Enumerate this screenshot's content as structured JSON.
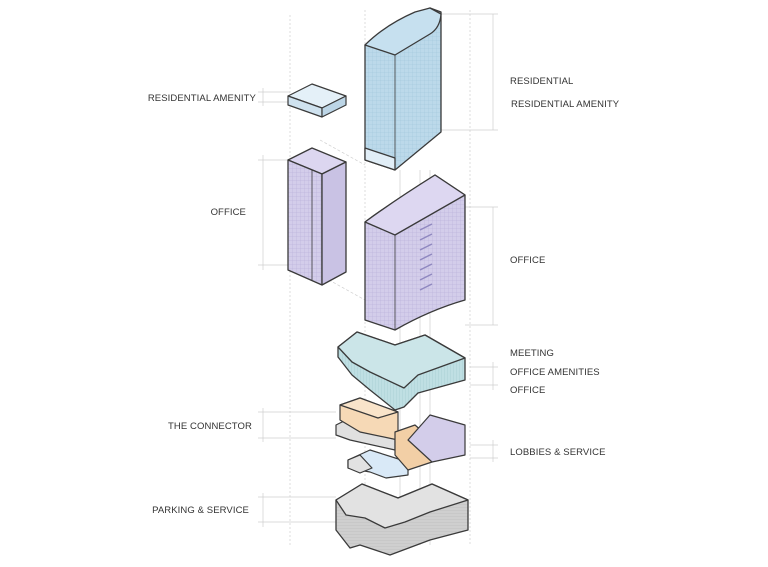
{
  "diagram": {
    "type": "exploded axonometric building stacking diagram",
    "colors": {
      "residential": "#bcd9ea",
      "residential_amenity": "#dcebf5",
      "office": "#d3cdea",
      "office_amenities": "#c9e3e6",
      "connector": "#f6d9b6",
      "lobbies": "#d9e9f7",
      "parking": "#d9d9d9",
      "outline": "#3a3a3a",
      "guide": "#c8c8c8"
    },
    "left_labels": [
      {
        "id": "residential-amenity-small",
        "text": "RESIDENTIAL AMENITY"
      },
      {
        "id": "office-small-tower",
        "text": "OFFICE"
      },
      {
        "id": "the-connector",
        "text": "THE CONNECTOR"
      },
      {
        "id": "parking-service",
        "text": "PARKING & SERVICE"
      }
    ],
    "right_labels": [
      {
        "id": "residential",
        "text": "RESIDENTIAL"
      },
      {
        "id": "residential-amenity",
        "text": "RESIDENTIAL AMENITY"
      },
      {
        "id": "office-tower",
        "text": "OFFICE"
      },
      {
        "id": "meeting",
        "text": "MEETING"
      },
      {
        "id": "office-amenities",
        "text": "OFFICE AMENITIES"
      },
      {
        "id": "office-podium",
        "text": "OFFICE"
      },
      {
        "id": "lobbies-service",
        "text": "LOBBIES & SERVICE"
      }
    ]
  }
}
